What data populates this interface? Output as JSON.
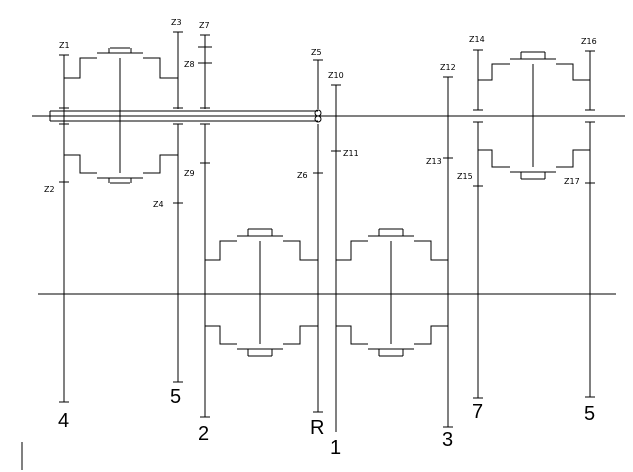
{
  "gear_labels": {
    "z1": "Z1",
    "z2": "Z2",
    "z3": "Z3",
    "z4": "Z4",
    "z5": "Z5",
    "z6": "Z6",
    "z7": "Z7",
    "z8": "Z8",
    "z9": "Z9",
    "z10": "Z10",
    "z11": "Z11",
    "z12": "Z12",
    "z13": "Z13",
    "z14": "Z14",
    "z15": "Z15",
    "z16": "Z16",
    "z17": "Z17"
  },
  "position_labels": {
    "p4": "4",
    "p5a": "5",
    "p2": "2",
    "pr": "R",
    "p1": "1",
    "p3": "3",
    "p7": "7",
    "p5b": "5"
  },
  "bearing_symbol": "8"
}
